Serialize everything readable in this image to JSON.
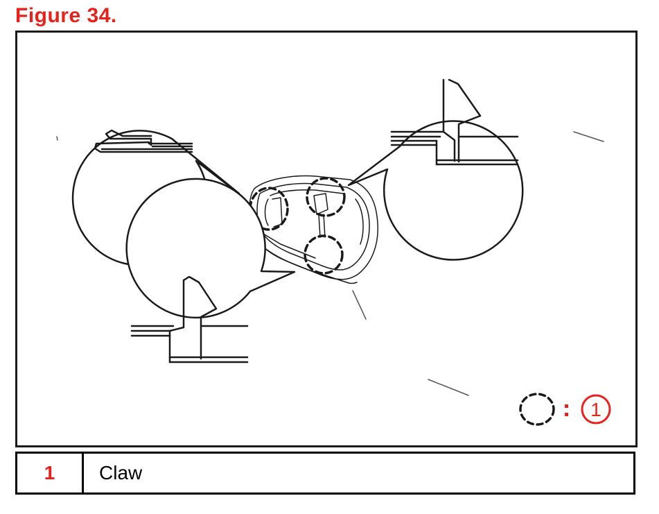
{
  "figure": {
    "title": "Figure 34."
  },
  "legend_key": {
    "number": "1"
  },
  "table": {
    "rows": [
      {
        "number": "1",
        "label": "Claw"
      }
    ]
  },
  "colors": {
    "accent": "#e8221b",
    "line": "#1a1a1a"
  },
  "icons": {
    "callout_marker": "dashed-circle-icon"
  }
}
